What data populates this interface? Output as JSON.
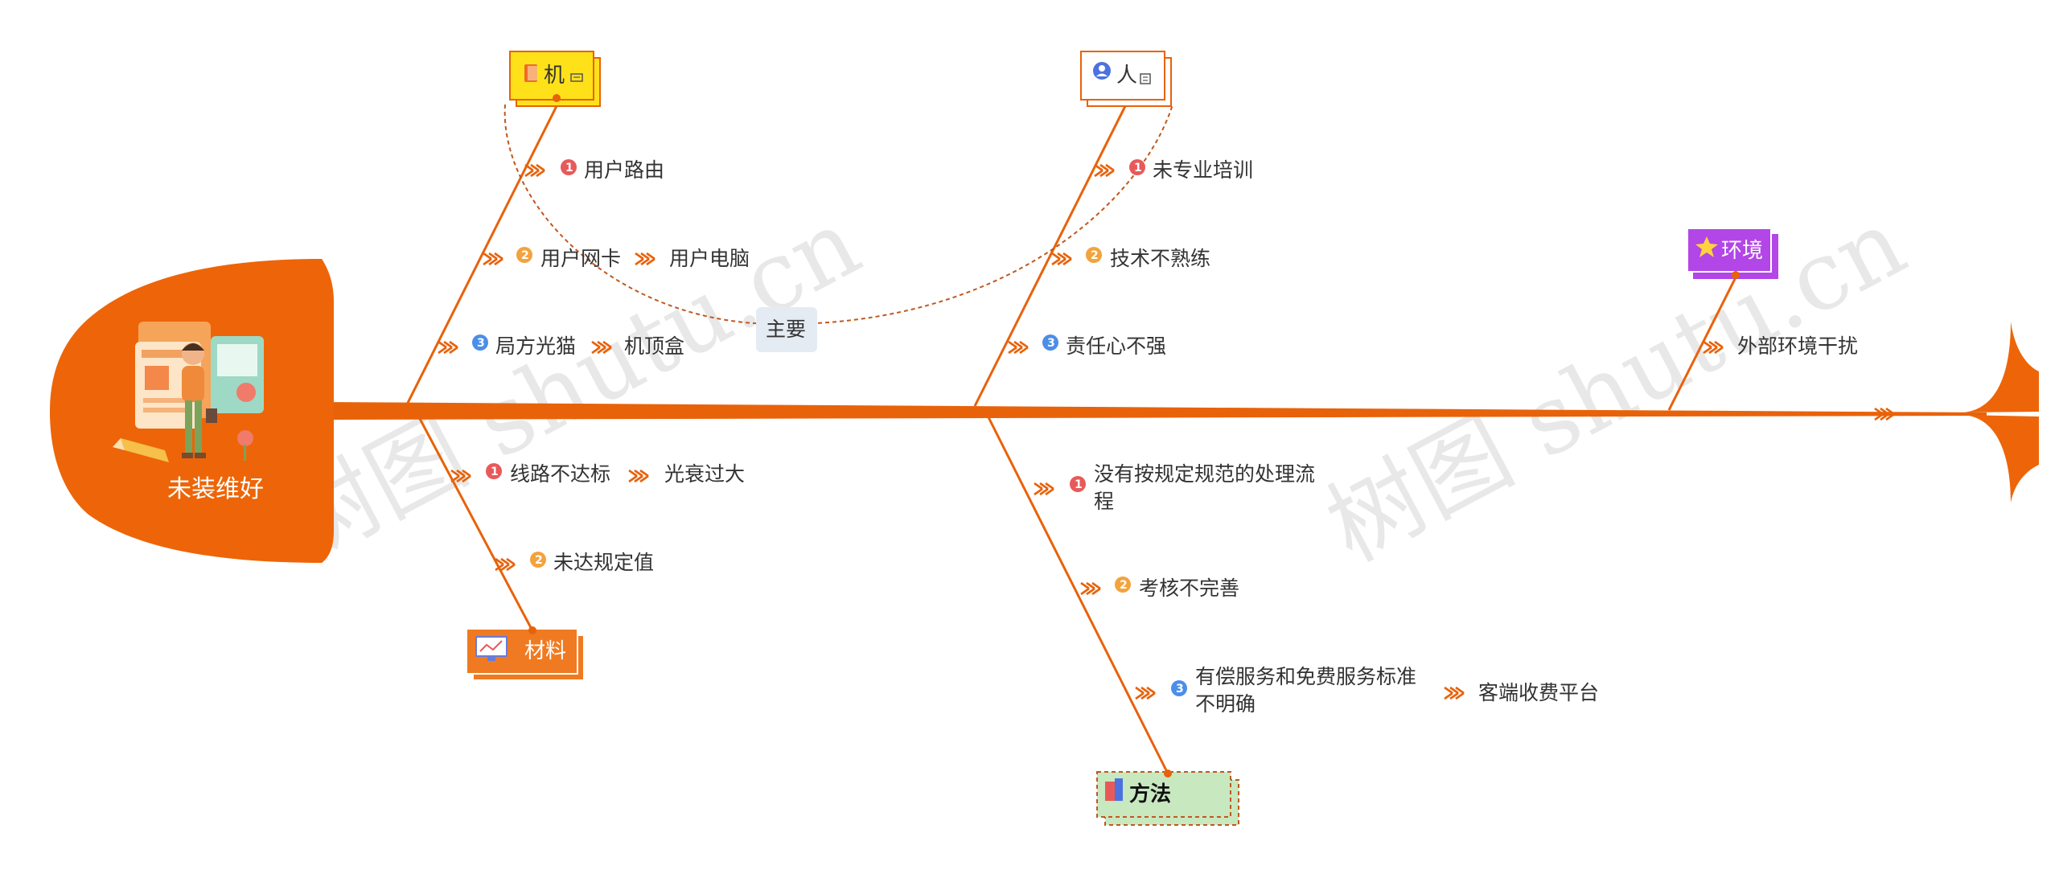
{
  "head": {
    "label": "未装维好"
  },
  "colors": {
    "spine": "#e8620a",
    "head": "#ed6508",
    "text": "#333333"
  },
  "categories": {
    "machine": {
      "label": "机",
      "icon": "book-icon",
      "color": "#ffe11a"
    },
    "people": {
      "label": "人",
      "icon": "person-icon",
      "color": "#ffffff"
    },
    "environment": {
      "label": "环境",
      "icon": "star-icon",
      "color": "#b346e6"
    },
    "material": {
      "label": "材料",
      "icon": "monitor-icon",
      "color": "#f07a21"
    },
    "method": {
      "label": "方法",
      "icon": "books-icon",
      "color": "#c8e8c0"
    }
  },
  "causes": {
    "machine": [
      {
        "num": "1",
        "text": "用户路由"
      },
      {
        "num": "2",
        "text": "用户网卡",
        "sub": "用户电脑"
      },
      {
        "num": "3",
        "text": "局方光猫",
        "sub": "机顶盒"
      }
    ],
    "people": [
      {
        "num": "1",
        "text": "未专业培训"
      },
      {
        "num": "2",
        "text": "技术不熟练"
      },
      {
        "num": "3",
        "text": "责任心不强"
      }
    ],
    "environment": [
      {
        "text": "外部环境干扰"
      }
    ],
    "material": [
      {
        "num": "1",
        "text": "线路不达标",
        "sub": "光衰过大"
      },
      {
        "num": "2",
        "text": "未达规定值"
      }
    ],
    "method": [
      {
        "num": "1",
        "text": "没有按规定规范的处理流",
        "text2": "程"
      },
      {
        "num": "2",
        "text": "考核不完善"
      },
      {
        "num": "3",
        "text": "有偿服务和免费服务标准",
        "text2": "不明确",
        "sub": "客端收费平台"
      }
    ]
  },
  "callout": {
    "label": "主要"
  },
  "watermark": {
    "text": "树图 shutu.cn"
  }
}
